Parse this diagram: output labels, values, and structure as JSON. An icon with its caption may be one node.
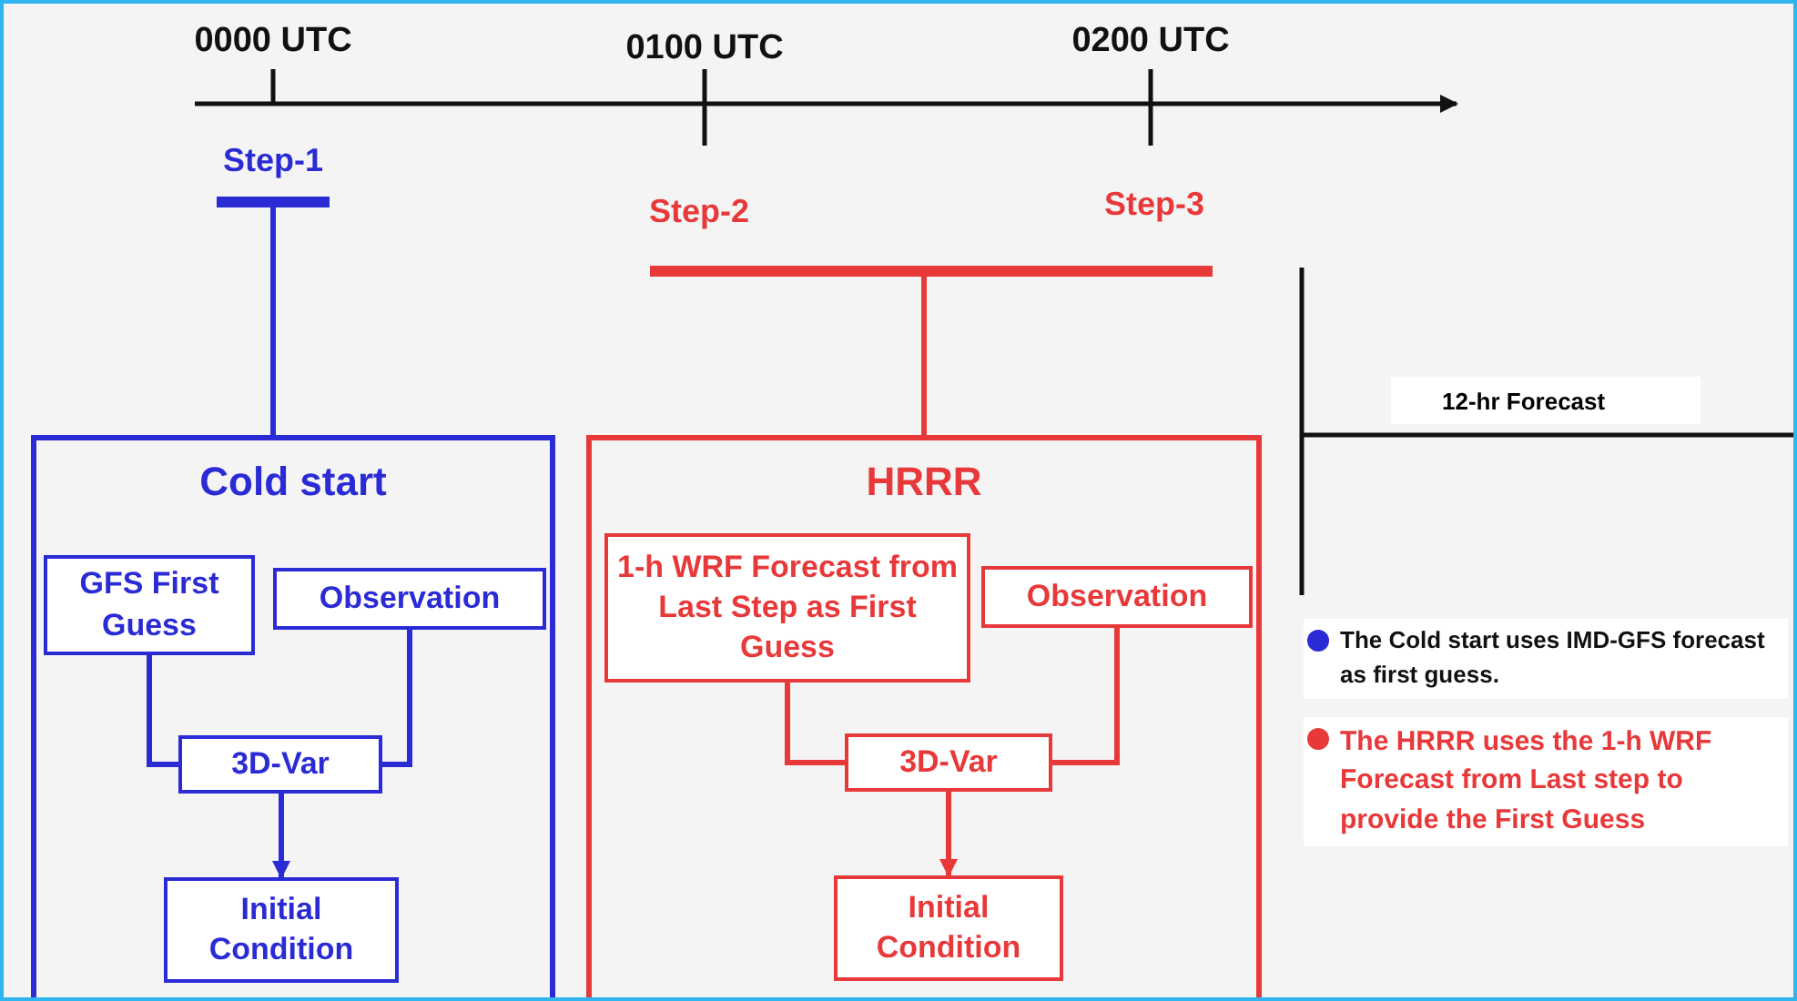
{
  "diagram": {
    "nodes": [
      {
        "text": [
          "Step-1"
        ]
      },
      {
        "text": [
          "Step-2",
          "Step-3"
        ]
      },
      {
        "text": [
          "Cold start"
        ]
      },
      {
        "text": [
          "GFS First Guess"
        ],
        "in": 2
      },
      {
        "text": [
          "Observation"
        ],
        "in": 2
      },
      {
        "text": [
          "3D-Var"
        ],
        "in": 2
      },
      {
        "text": [
          "Initial Condition"
        ],
        "in": 2
      },
      {
        "text": [
          "HRRR"
        ]
      },
      {
        "text": [
          "1-h WRF Forecast from Last Step as First Guess"
        ],
        "in": 7
      },
      {
        "text": [
          "Observation"
        ],
        "in": 7
      },
      {
        "text": [
          "3D-Var"
        ],
        "in": 7
      },
      {
        "text": [
          "Initial Condition"
        ],
        "in": 7
      }
    ],
    "edges": [
      {
        "from": 0,
        "to": 2,
        "arrow": "none",
        "color": "#2b2bd6"
      },
      {
        "from": 1,
        "to": 7,
        "arrow": "none",
        "color": "#e8393a"
      },
      {
        "from": 3,
        "to": 5,
        "arrow": "none",
        "color": "#2b2bd6"
      },
      {
        "from": 4,
        "to": 5,
        "arrow": "none",
        "color": "#2b2bd6"
      },
      {
        "from": 5,
        "to": 6,
        "arrow": "to",
        "color": "#2b2bd6"
      },
      {
        "from": 8,
        "to": 10,
        "arrow": "none",
        "color": "#e8393a"
      },
      {
        "from": 9,
        "to": 10,
        "arrow": "none",
        "color": "#e8393a"
      },
      {
        "from": 10,
        "to": 11,
        "arrow": "to",
        "color": "#e8393a"
      }
    ],
    "labels": [
      "0000 UTC",
      "0100 UTC",
      "0200 UTC",
      "12-hr Forecast"
    ],
    "legend": [
      {
        "text": "The Cold start uses IMD-GFS forecast as first guess.",
        "color": "#2b2bd6"
      },
      {
        "text": "The HRRR uses the 1-h WRF Forecast from Last step to provide the First Guess",
        "color": "#e8393a"
      }
    ]
  }
}
